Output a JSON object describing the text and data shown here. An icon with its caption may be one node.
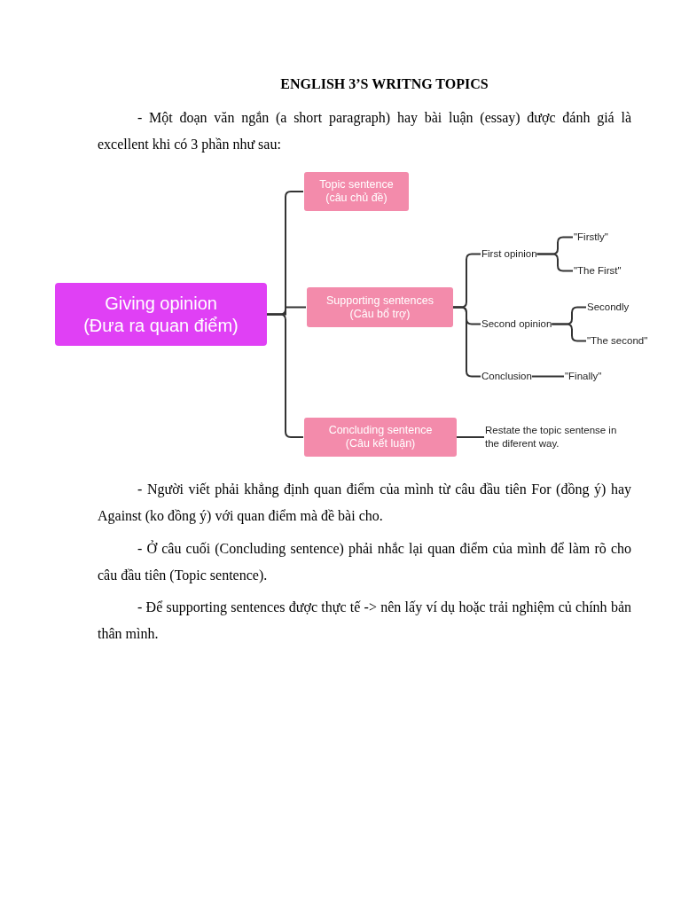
{
  "diagram": {
    "title": "ENGLISH 3’S WRITNG TOPICS",
    "nodes": [
      {
        "text": [
          "Giving opinion",
          "(Đưa ra quan điểm)"
        ]
      },
      {
        "text": [
          "Topic sentence",
          "(câu chủ đề)"
        ]
      },
      {
        "text": [
          "Supporting sentences",
          "(Câu bổ trợ)"
        ]
      },
      {
        "text": [
          "First opinion"
        ]
      },
      {
        "text": [
          "\"Firstly\""
        ]
      },
      {
        "text": [
          "\"The First\""
        ]
      },
      {
        "text": [
          "Second opinion"
        ]
      },
      {
        "text": [
          "Secondly"
        ]
      },
      {
        "text": [
          "\"The second\""
        ]
      },
      {
        "text": [
          "Conclusion"
        ]
      },
      {
        "text": [
          "\"Finally\""
        ]
      },
      {
        "text": [
          "Concluding sentence",
          "(Câu kết luận)"
        ]
      },
      {
        "text": [
          "Restate the topic sentense in the diferent way."
        ]
      }
    ],
    "edges": [
      {
        "from": 0,
        "to": 1,
        "arrow": "none"
      },
      {
        "from": 0,
        "to": 2,
        "arrow": "none"
      },
      {
        "from": 0,
        "to": 11,
        "arrow": "none"
      },
      {
        "from": 2,
        "to": 3,
        "arrow": "none"
      },
      {
        "from": 2,
        "to": 6,
        "arrow": "none"
      },
      {
        "from": 2,
        "to": 9,
        "arrow": "none"
      },
      {
        "from": 3,
        "to": 4,
        "arrow": "none"
      },
      {
        "from": 3,
        "to": 5,
        "arrow": "none"
      },
      {
        "from": 6,
        "to": 7,
        "arrow": "none"
      },
      {
        "from": 6,
        "to": 8,
        "arrow": "none"
      },
      {
        "from": 9,
        "to": 10,
        "arrow": "none"
      },
      {
        "from": 11,
        "to": 12,
        "arrow": "none"
      }
    ],
    "labels": [
      "- Một đoạn văn ngắn (a short paragraph) hay bài luận (essay) được đánh giá là excellent khi có 3 phần như sau:",
      "- Người viết phải khẳng định quan điểm của mình từ câu đầu tiên For (đồng ý) hay Against (ko đồng ý) với quan điểm mà đề bài cho.",
      "- Ở câu cuối (Concluding sentence) phải nhắc lại quan điểm của mình để làm rõ cho câu đầu tiên (Topic sentence).",
      "- Để supporting sentences được thực tế -> nên lấy ví dụ hoặc trải nghiệm củ chính bản thân mình."
    ]
  }
}
